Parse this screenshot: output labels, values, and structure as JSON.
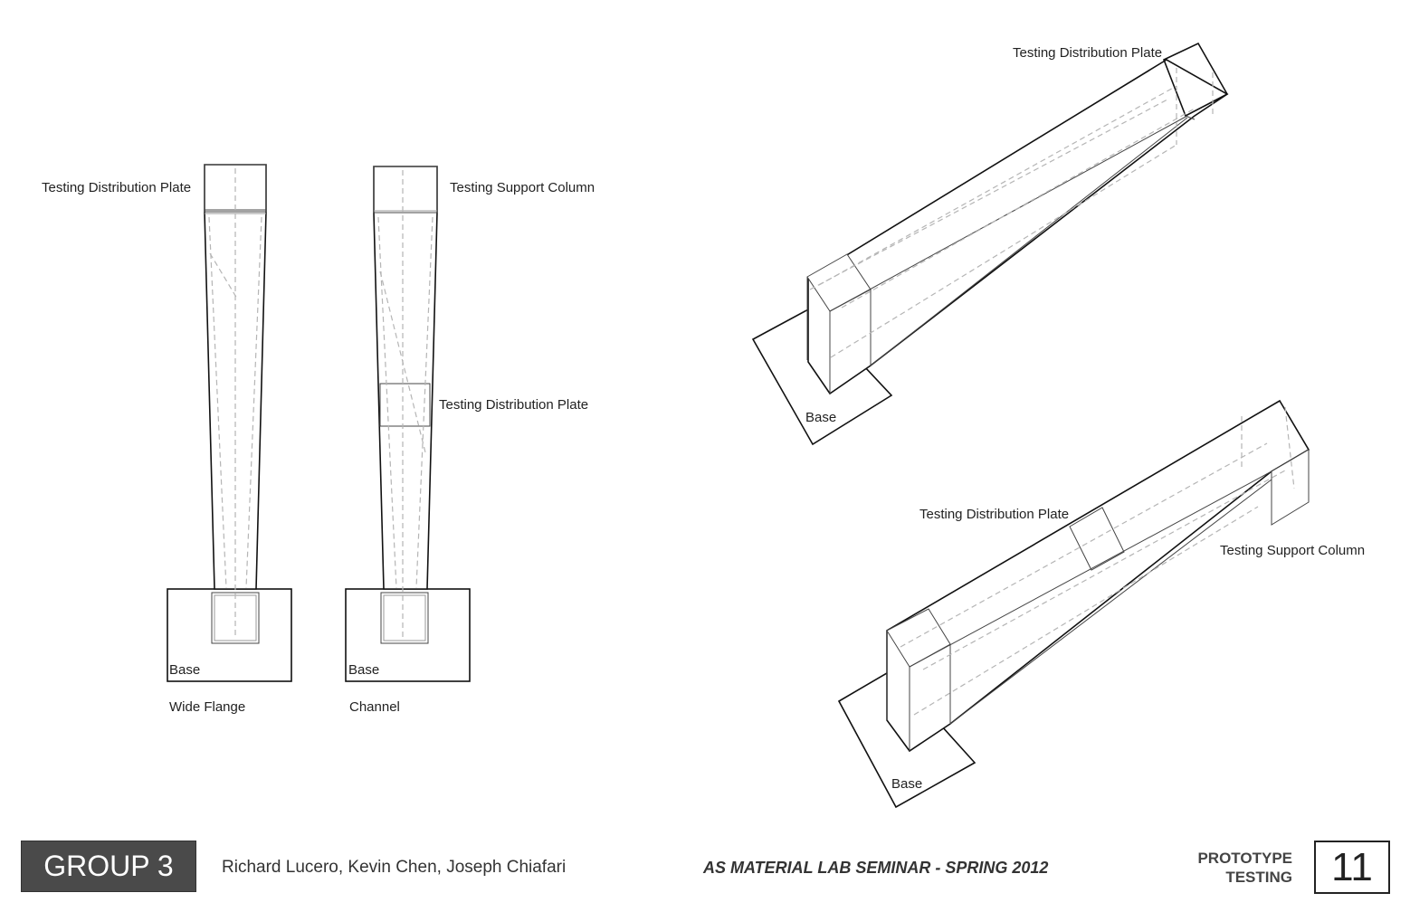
{
  "labels": {
    "wf_plate": "Testing Distribution Plate",
    "ch_column": "Testing Support Column",
    "ch_plate": "Testing Distribution Plate",
    "wf_base": "Base",
    "ch_base": "Base",
    "wf_caption": "Wide Flange",
    "ch_caption": "Channel",
    "iso1_plate": "Testing Distribution Plate",
    "iso1_base": "Base",
    "iso2_plate": "Testing Distribution Plate",
    "iso2_column": "Testing Support Column",
    "iso2_base": "Base"
  },
  "footer": {
    "group": "GROUP 3",
    "authors": "Richard Lucero, Kevin Chen, Joseph Chiafari",
    "seminar": "AS MATERIAL LAB SEMINAR - SPRING 2012",
    "section_line1": "PROTOTYPE",
    "section_line2": "TESTING",
    "page_number": "11"
  }
}
